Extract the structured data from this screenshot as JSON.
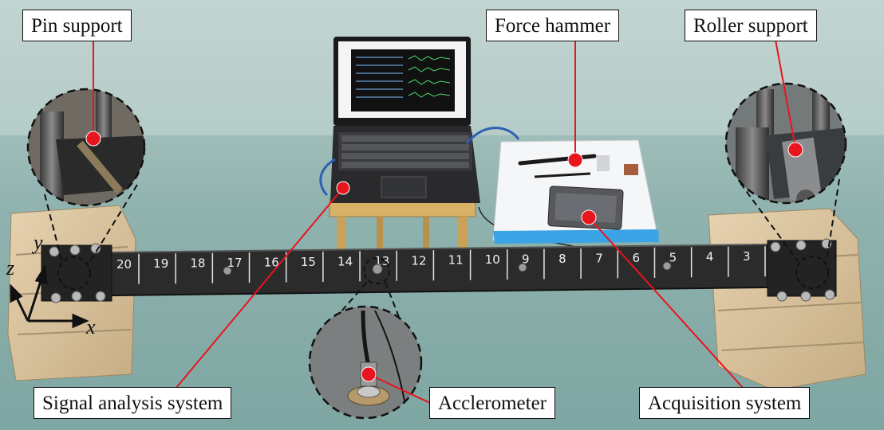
{
  "labels": {
    "pin_support": "Pin support",
    "force_hammer": "Force hammer",
    "roller_support": "Roller support",
    "signal_analysis": "Signal analysis system",
    "accelerometer": "Acclerometer",
    "acquisition": "Acquisition system"
  },
  "axes": {
    "x": "x",
    "y": "y",
    "z": "z"
  },
  "beam_numbers": [
    "20",
    "19",
    "18",
    "17",
    "16",
    "15",
    "14",
    "13",
    "12",
    "11",
    "10",
    "9",
    "8",
    "7",
    "6",
    "5",
    "4",
    "3"
  ],
  "colors": {
    "marker": "#e8141e",
    "leader": "#e8141e",
    "beam": "#2b2b2b",
    "background": "#8fb3b0"
  }
}
